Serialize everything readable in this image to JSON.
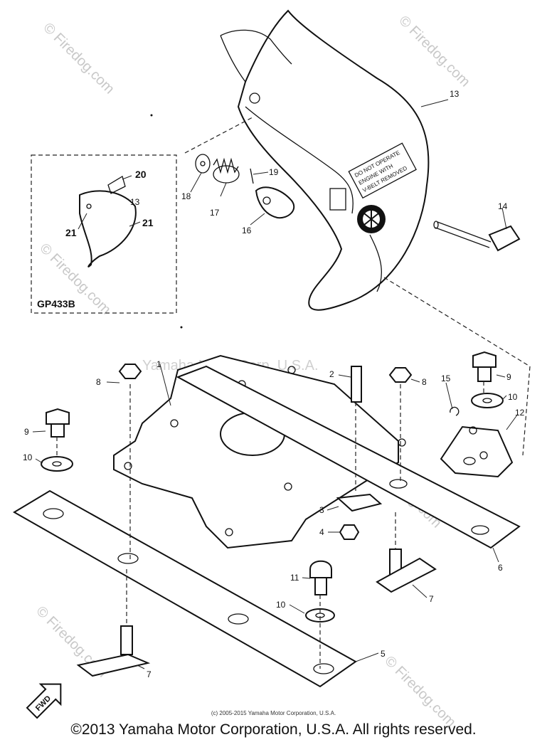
{
  "watermarks": {
    "site": "© Firedog.com",
    "center": "Yamaha Motor Corp. U.S.A."
  },
  "inset": {
    "code": "GP433B"
  },
  "labels": {
    "p1": "1",
    "p2": "2",
    "p3": "3",
    "p4": "4",
    "p5": "5",
    "p6": "6",
    "p7a": "7",
    "p7b": "7",
    "p8a": "8",
    "p8b": "8",
    "p9a": "9",
    "p9b": "9",
    "p10a": "10",
    "p10b": "10",
    "p10c": "10",
    "p11": "11",
    "p12": "12",
    "p13": "13",
    "p13i": "13",
    "p14": "14",
    "p15": "15",
    "p16": "16",
    "p17": "17",
    "p18": "18",
    "p19": "19",
    "p20": "20",
    "p21a": "21",
    "p21b": "21"
  },
  "decal": {
    "l1": "DO NOT OPERATE",
    "l2": "ENGINE WITH",
    "l3": "V-BELT REMOVED"
  },
  "fwd": "FWD",
  "footer": {
    "small": "(c) 2005-2015 Yamaha Motor Corporation, U.S.A.",
    "big": "©2013 Yamaha Motor Corporation, U.S.A. All rights reserved."
  }
}
